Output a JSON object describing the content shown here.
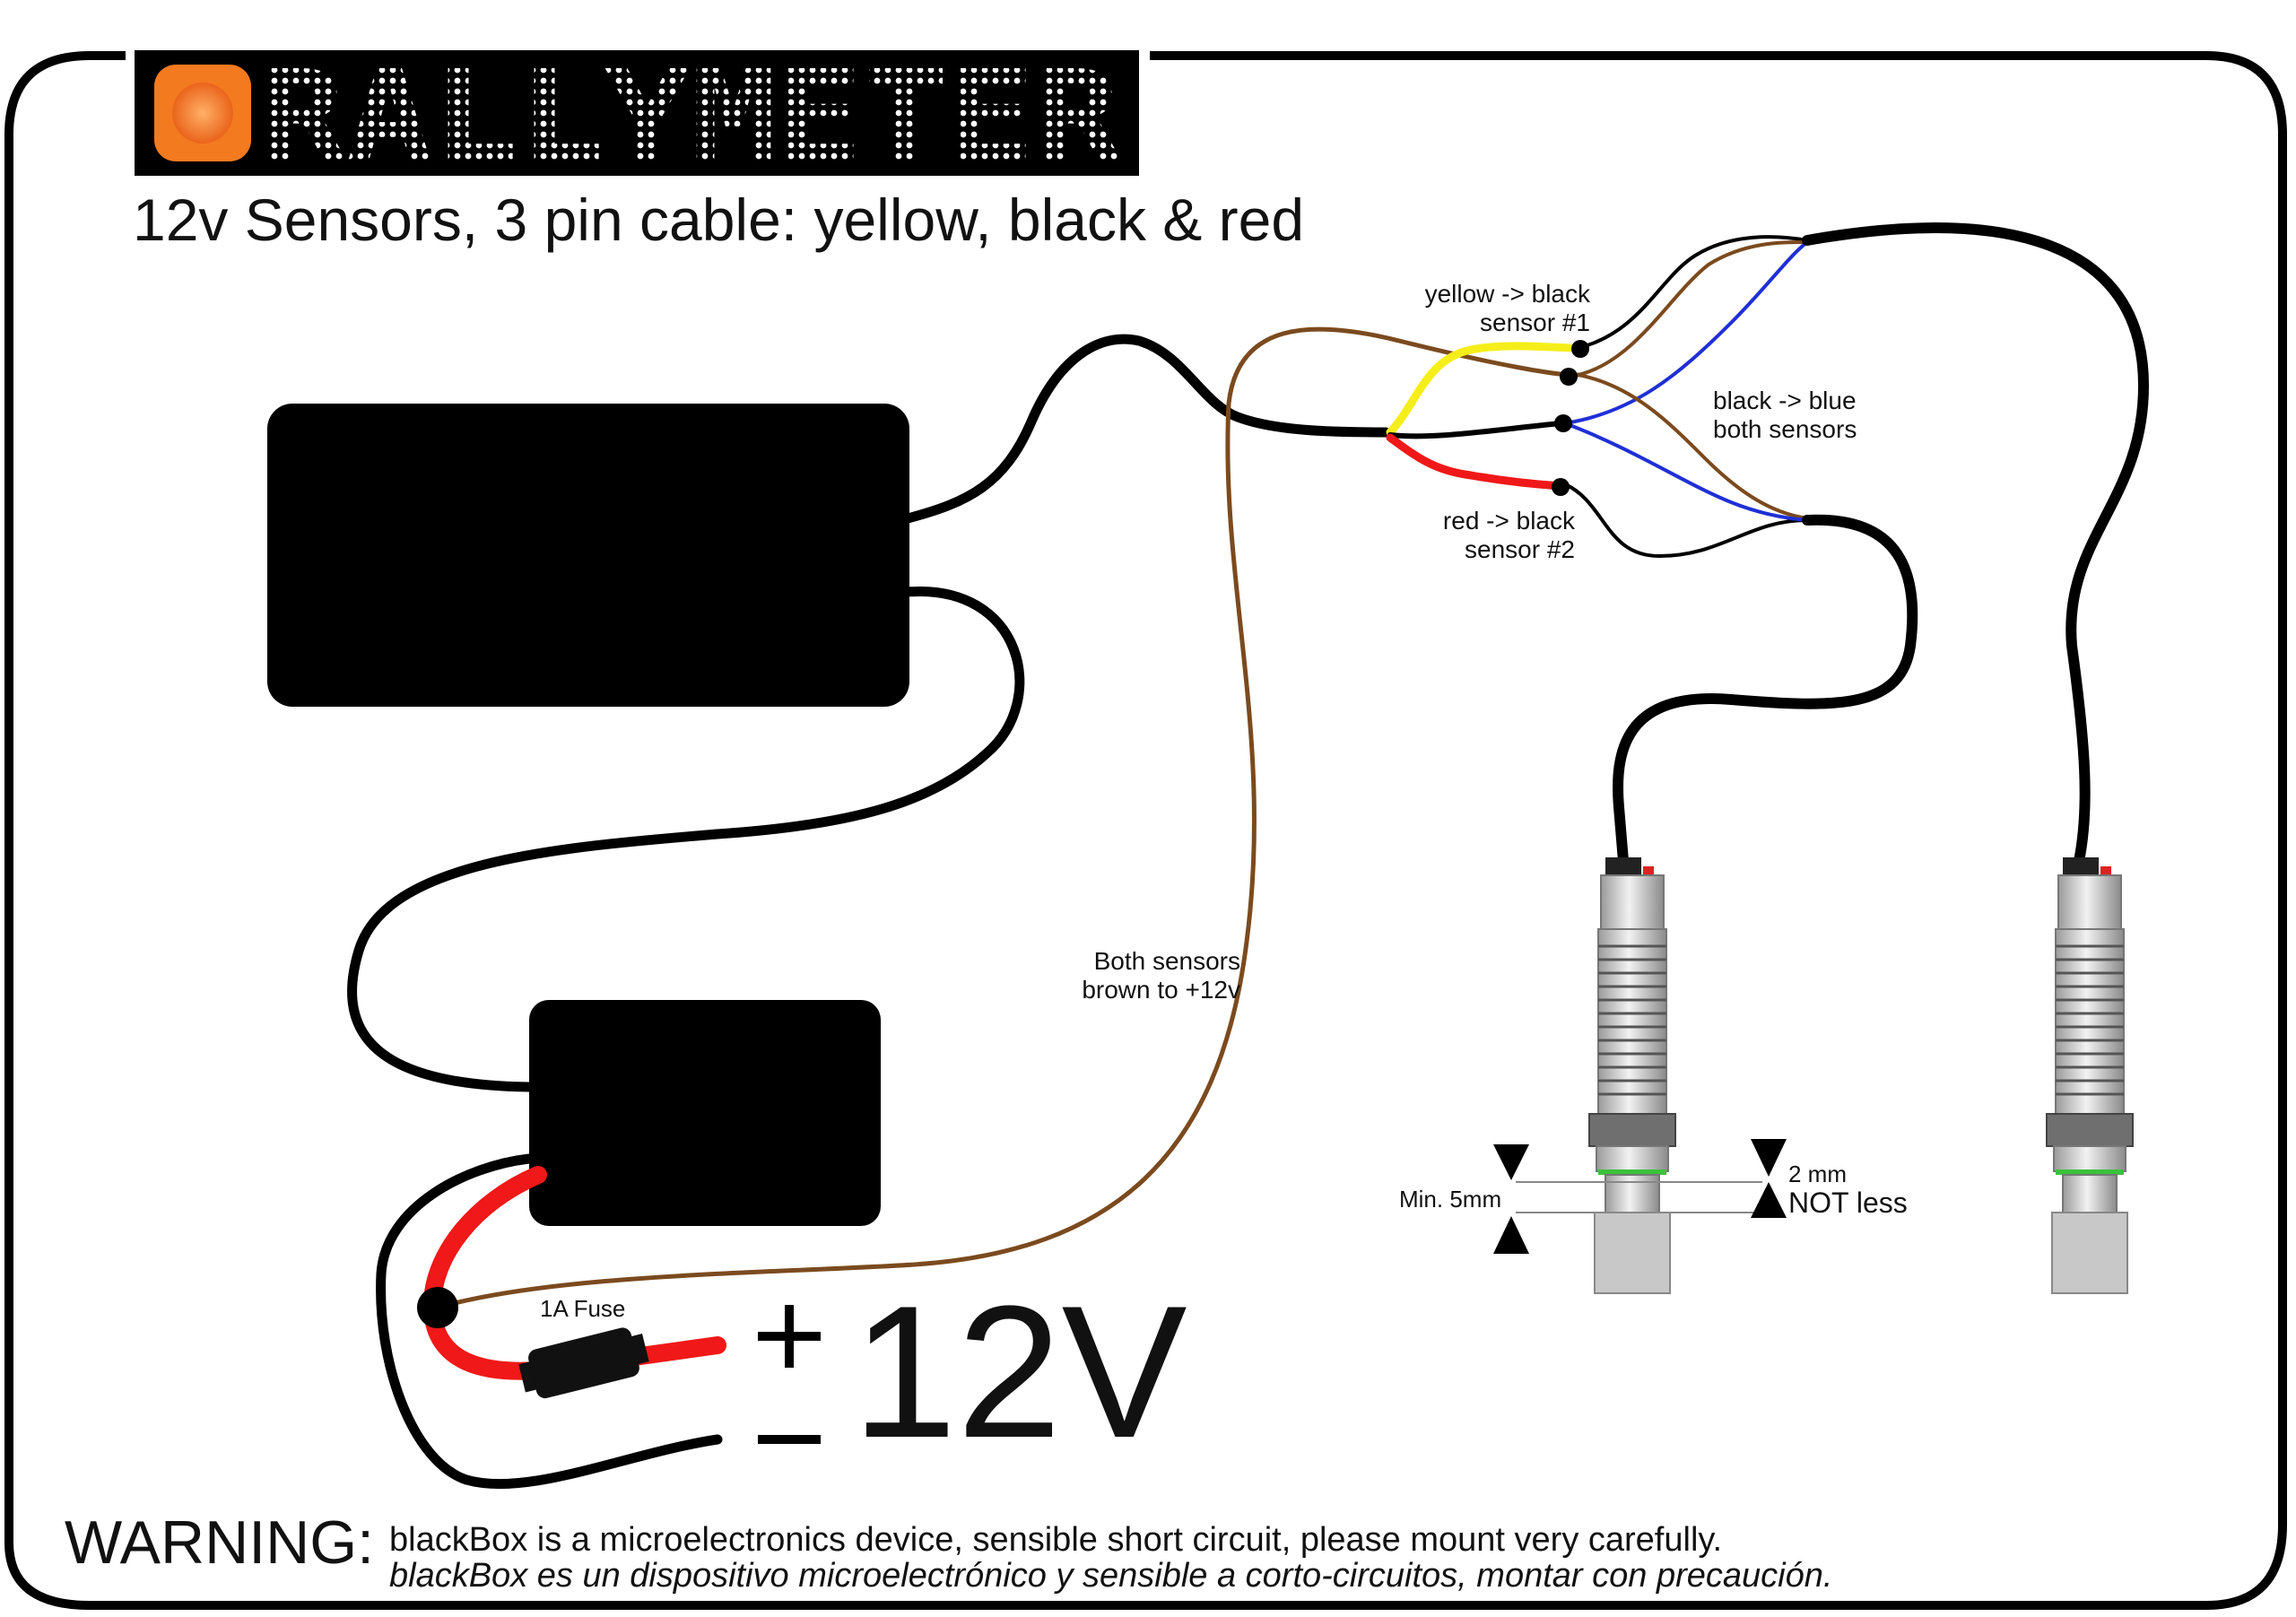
{
  "brand": {
    "logo_text": "RALLYMETER",
    "accent": "#f47a20"
  },
  "title": "12v Sensors, 3 pin cable: yellow, black & red",
  "labels": {
    "yellow_line1": "yellow -> black",
    "yellow_line2": "sensor #1",
    "black_line1": "black -> blue",
    "black_line2": "both sensors",
    "red_line1": "red -> black",
    "red_line2": "sensor #2",
    "brown_line1": "Both sensors",
    "brown_line2": "brown to +12v",
    "fuse": "1A Fuse",
    "voltage": "12V",
    "plus": "+",
    "minus": "–",
    "min_gap": "Min. 5mm",
    "gap_line1": "2 mm",
    "gap_line2": "NOT less"
  },
  "warning": {
    "head": "WARNING:",
    "english": "blackBox is a microelectronics device, sensible short circuit, please mount very carefully.",
    "spanish": "blackBox es un dispositivo microelectrónico y sensible a corto-circuitos, montar con precaución."
  },
  "colors": {
    "black_wire": "#000000",
    "brown_wire": "#7b4a1e",
    "yellow_wire": "#f5ee1a",
    "red_wire": "#f01818",
    "blue_wire": "#1f2fd6",
    "sensor_metal": "#bdbdbd"
  }
}
